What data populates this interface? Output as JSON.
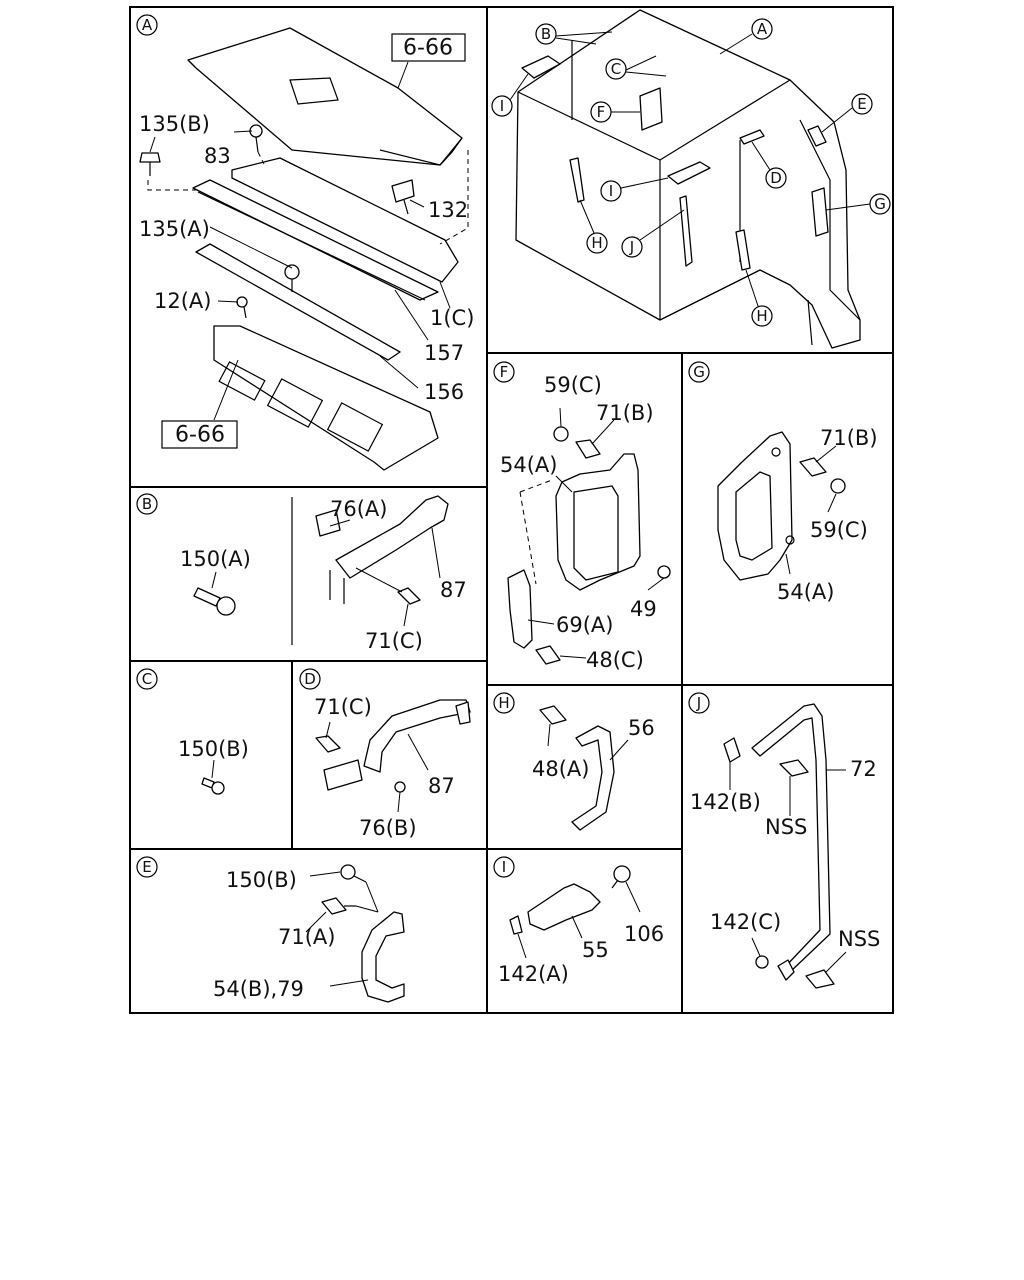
{
  "diagram": {
    "view_markers": {
      "a": "A",
      "b": "B",
      "c": "C",
      "d": "D",
      "e": "E",
      "f": "F",
      "g": "G",
      "h": "H",
      "i": "I",
      "j": "J"
    },
    "ref_box": "6-66",
    "panel_a": {
      "parts": {
        "p135b": "135(B)",
        "p83": "83",
        "p132": "132",
        "p135a": "135(A)",
        "p12a": "12(A)",
        "p1c": "1(C)",
        "p157": "157",
        "p156": "156"
      }
    },
    "panel_b": {
      "parts": {
        "p150a": "150(A)",
        "p76a": "76(A)",
        "p87": "87",
        "p71c": "71(C)"
      }
    },
    "panel_c": {
      "parts": {
        "p150b": "150(B)"
      }
    },
    "panel_d": {
      "parts": {
        "p71c": "71(C)",
        "p87": "87",
        "p76b": "76(B)"
      }
    },
    "panel_e": {
      "parts": {
        "p150b": "150(B)",
        "p71a": "71(A)",
        "p54b79": "54(B),79"
      }
    },
    "panel_f": {
      "parts": {
        "p59c": "59(C)",
        "p71b": "71(B)",
        "p54a": "54(A)",
        "p49": "49",
        "p69a": "69(A)",
        "p48c": "48(C)"
      }
    },
    "panel_g": {
      "parts": {
        "p71b": "71(B)",
        "p59c": "59(C)",
        "p54a": "54(A)"
      }
    },
    "panel_h": {
      "parts": {
        "p48a": "48(A)",
        "p56": "56"
      }
    },
    "panel_i": {
      "parts": {
        "p106": "106",
        "p55": "55",
        "p142a": "142(A)"
      }
    },
    "panel_j": {
      "parts": {
        "p72": "72",
        "p142b": "142(B)",
        "nss1": "NSS",
        "p142c": "142(C)",
        "nss2": "NSS"
      }
    }
  }
}
